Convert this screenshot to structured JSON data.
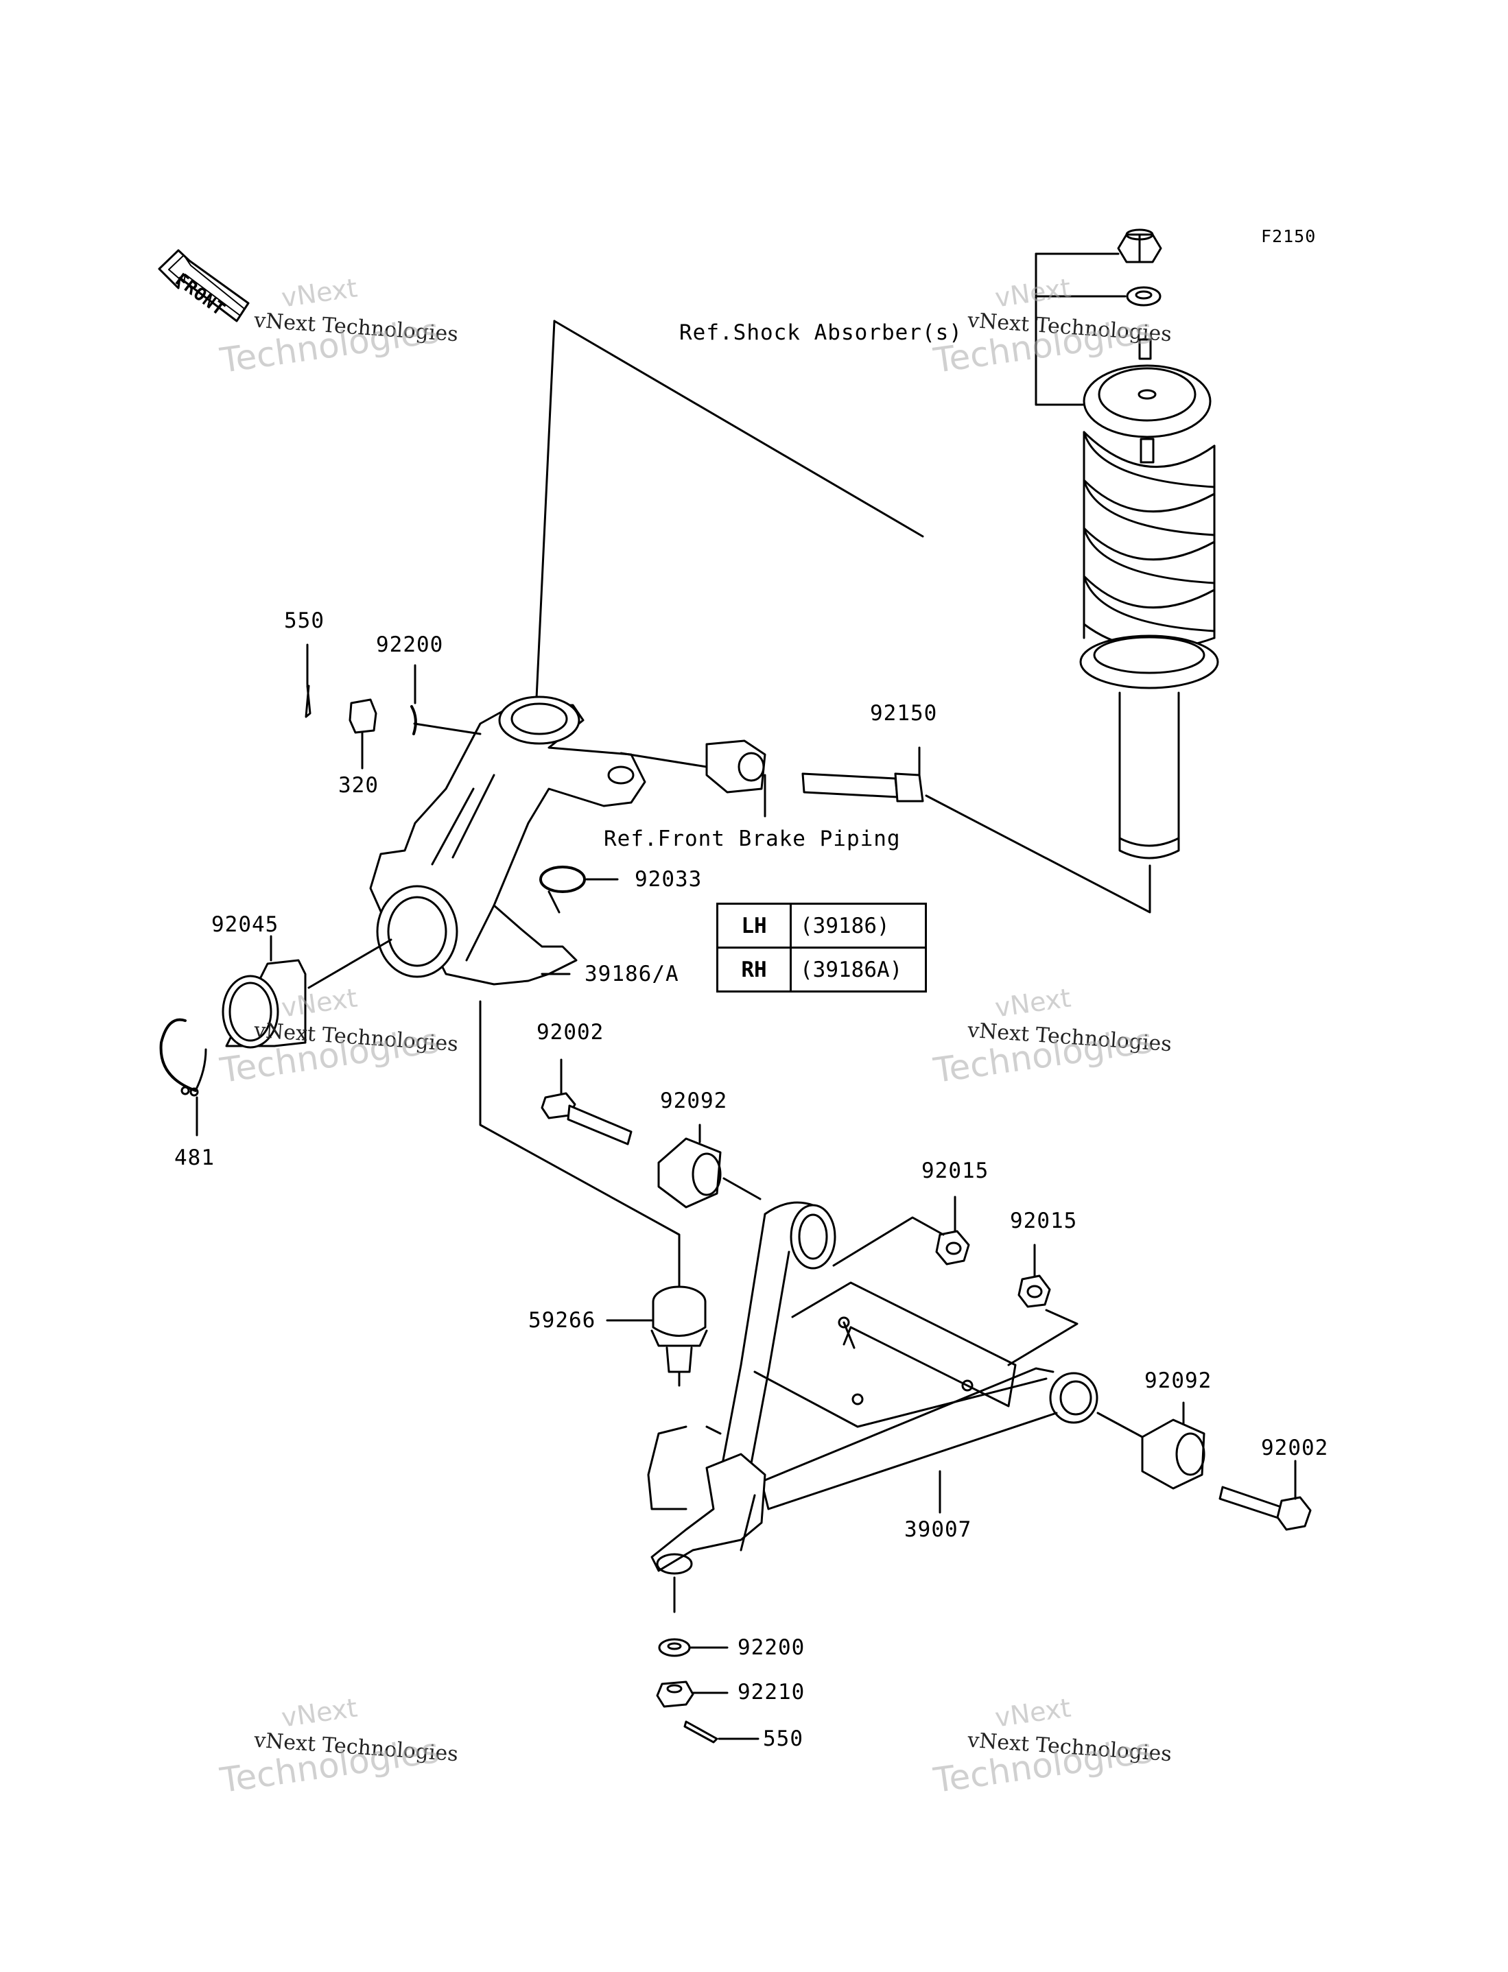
{
  "figure_id": "F2150",
  "front_label": "FRONT",
  "refs": {
    "shock": "Ref.Shock Absorber(s)",
    "brake": "Ref.Front Brake Piping"
  },
  "parts": {
    "p550_top": "550",
    "p92200_top": "92200",
    "p320": "320",
    "p92150": "92150",
    "p92033": "92033",
    "p39186": "39186/A",
    "p92045": "92045",
    "p481": "481",
    "p92002_left": "92002",
    "p92092_left": "92092",
    "p92015_a": "92015",
    "p92015_b": "92015",
    "p59266": "59266",
    "p92092_right": "92092",
    "p92002_right": "92002",
    "p39007": "39007",
    "p92200_bottom": "92200",
    "p92210": "92210",
    "p550_bottom": "550"
  },
  "side_table": [
    {
      "side": "LH",
      "code": "(39186)"
    },
    {
      "side": "RH",
      "code": "(39186A)"
    }
  ],
  "watermark": {
    "line1": "vNext",
    "line2": "vNext Technologies",
    "line3": "Technologies"
  }
}
